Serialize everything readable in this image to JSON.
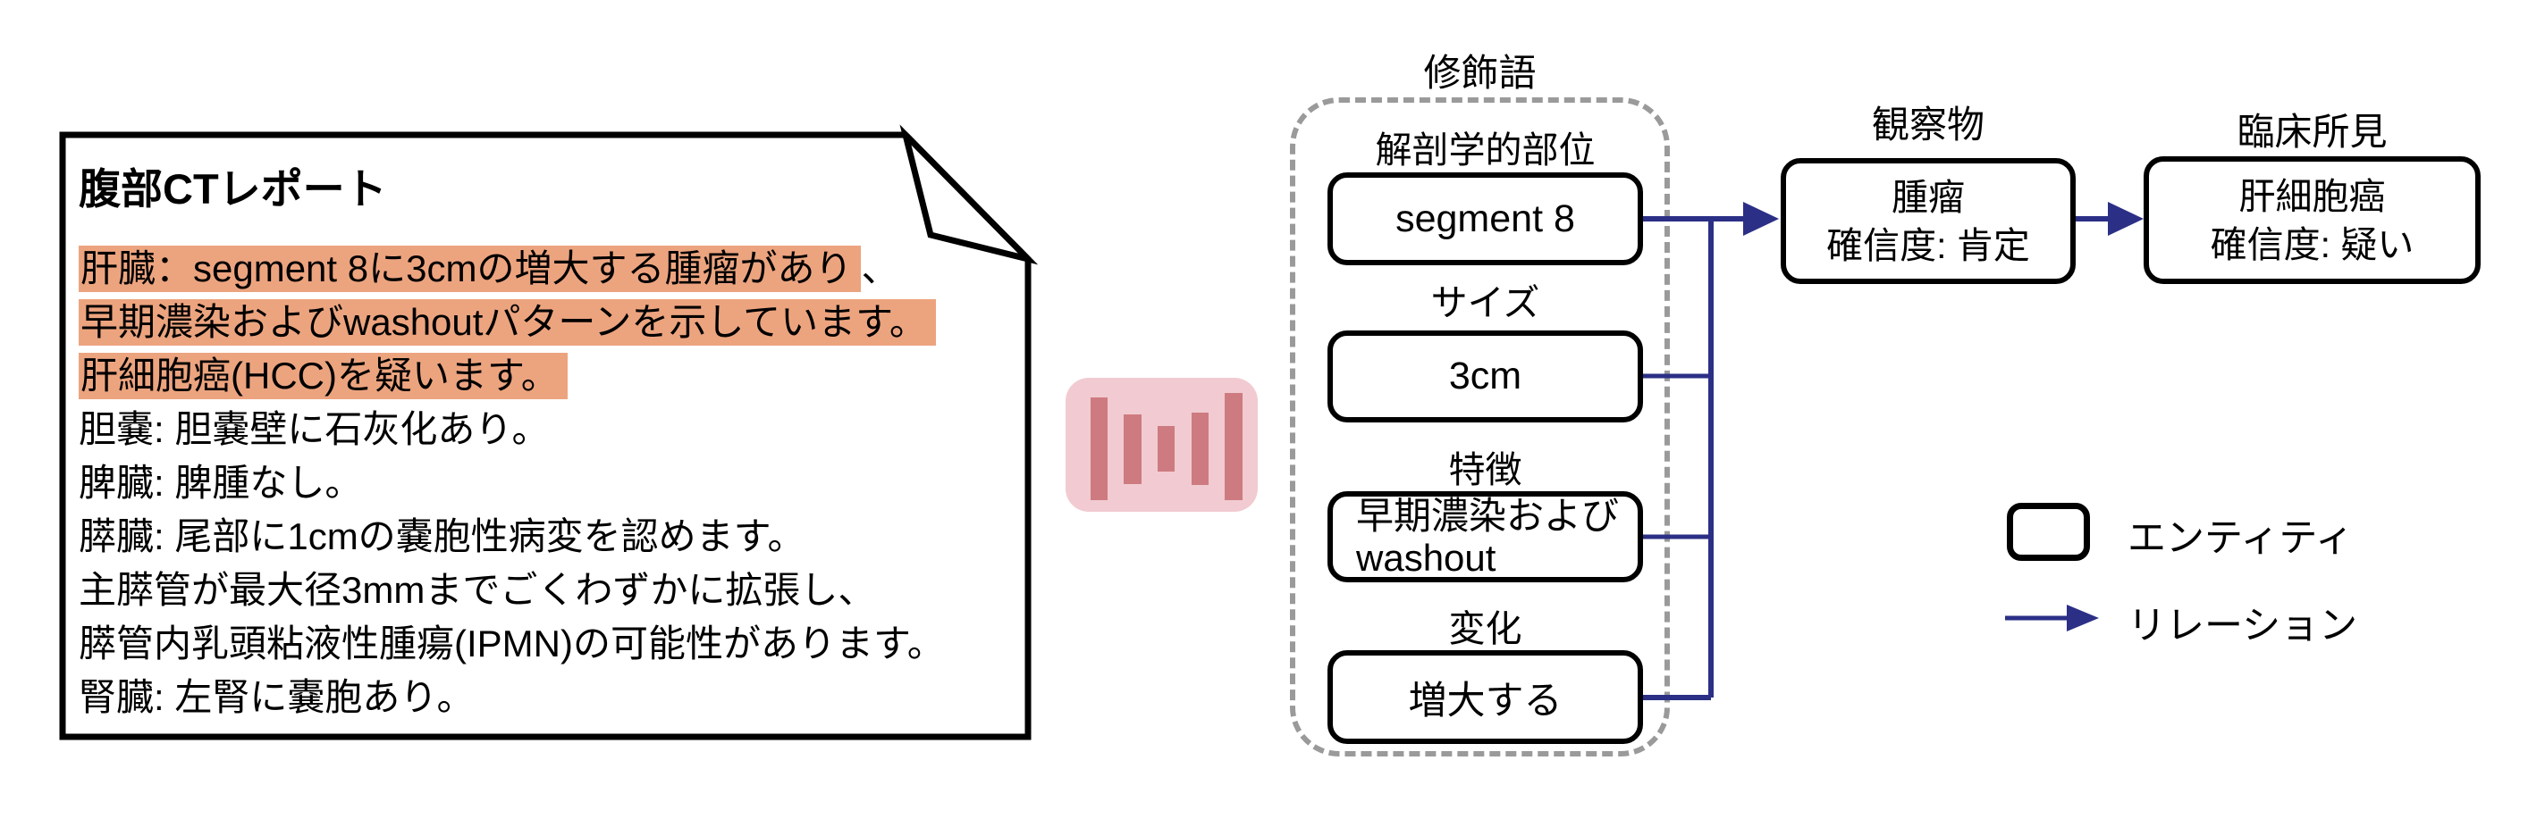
{
  "document": {
    "title": "腹部CTレポート",
    "highlight_color": "#ECA47F",
    "lines": [
      {
        "highlighted": "肝臓：segment 8に3cmの増大する腫瘤があり",
        "rest": "、"
      },
      {
        "highlighted": "早期濃染およびwashoutパターンを示しています。",
        "rest": ""
      },
      {
        "highlighted": "肝細胞癌(HCC)を疑います。",
        "rest": ""
      },
      {
        "text": "胆嚢: 胆嚢壁に石灰化あり。"
      },
      {
        "text": "脾臓: 脾腫なし。"
      },
      {
        "text": "膵臓: 尾部に1cmの嚢胞性病変を認めます。"
      },
      {
        "text": "主膵管が最大径3mmまでごくわずかに拡張し、"
      },
      {
        "text": "膵管内乳頭粘液性腫瘍(IPMN)の可能性があります。"
      },
      {
        "text": "腎臓: 左腎に嚢胞あり。"
      }
    ]
  },
  "extraction_icon": {
    "name": "model-icon",
    "background": "#F1CBD1",
    "bar_color": "#CD7B80"
  },
  "diagram": {
    "modifier_group": {
      "label": "修飾語",
      "border_color": "#9A9A9A",
      "entities": [
        {
          "type": "解剖学的部位",
          "lines": [
            "segment 8"
          ]
        },
        {
          "type": "サイズ",
          "lines": [
            "3cm"
          ]
        },
        {
          "type": "特徴",
          "lines": [
            "早期濃染および",
            "washout"
          ]
        },
        {
          "type": "変化",
          "lines": [
            "増大する"
          ]
        }
      ]
    },
    "observation": {
      "type": "観察物",
      "lines": [
        "腫瘤",
        "確信度: 肯定"
      ]
    },
    "clinical_finding": {
      "type": "臨床所見",
      "lines": [
        "肝細胞癌",
        "確信度: 疑い"
      ]
    },
    "relation_color": "#2B2F86",
    "entity_border_color": "#000000"
  },
  "legend": {
    "entity_label": "エンティティ",
    "relation_label": "リレーション"
  }
}
